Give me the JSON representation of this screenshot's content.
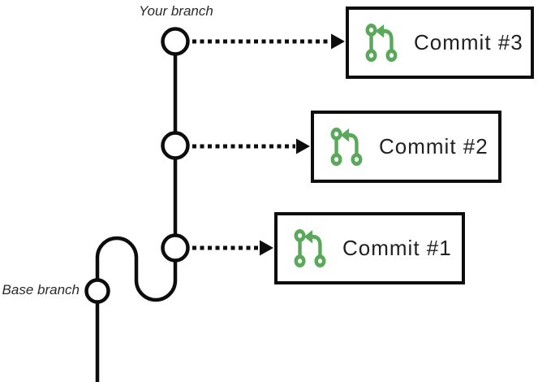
{
  "diagram": {
    "your_branch_label": "Your branch",
    "base_branch_label": "Base branch",
    "commits": [
      {
        "label": "Commit #3",
        "icon": "git-pull-request-icon"
      },
      {
        "label": "Commit #2",
        "icon": "git-pull-request-icon"
      },
      {
        "label": "Commit #1",
        "icon": "git-pull-request-icon"
      }
    ],
    "colors": {
      "icon_green": "#5aa85a",
      "stroke_black": "#0d0d0d",
      "text_dark": "#212121",
      "background": "#ffffff"
    }
  }
}
